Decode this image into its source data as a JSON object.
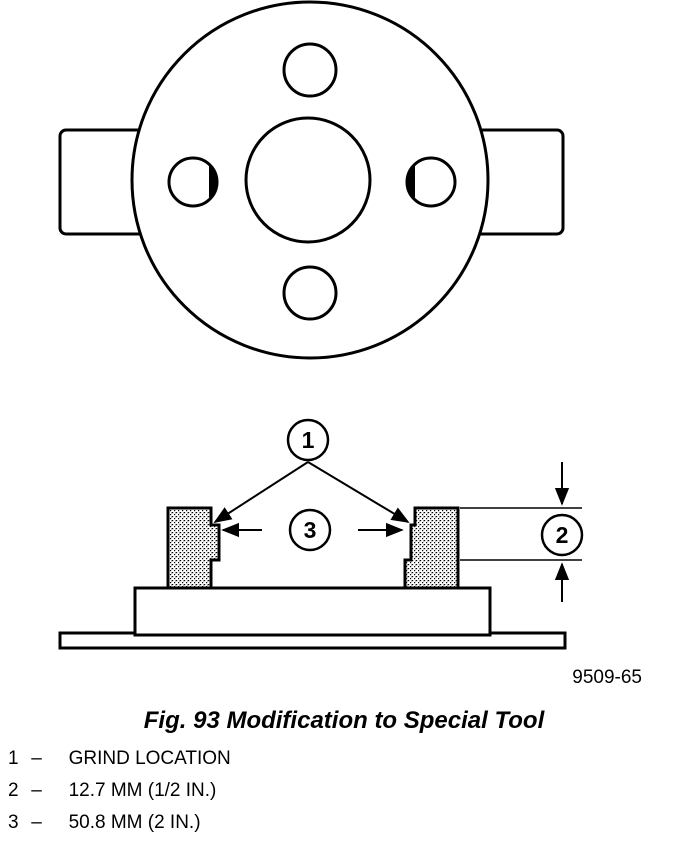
{
  "figure": {
    "id": "9509-65",
    "caption": "Fig. 93 Modification to Special Tool"
  },
  "callouts": [
    "1",
    "2",
    "3"
  ],
  "legend": [
    {
      "num": "1",
      "text": "GRIND LOCATION"
    },
    {
      "num": "2",
      "text": "12.7 MM (1/2 IN.)"
    },
    {
      "num": "3",
      "text": "50.8 MM (2 IN.)"
    }
  ],
  "legend_separator": "–"
}
